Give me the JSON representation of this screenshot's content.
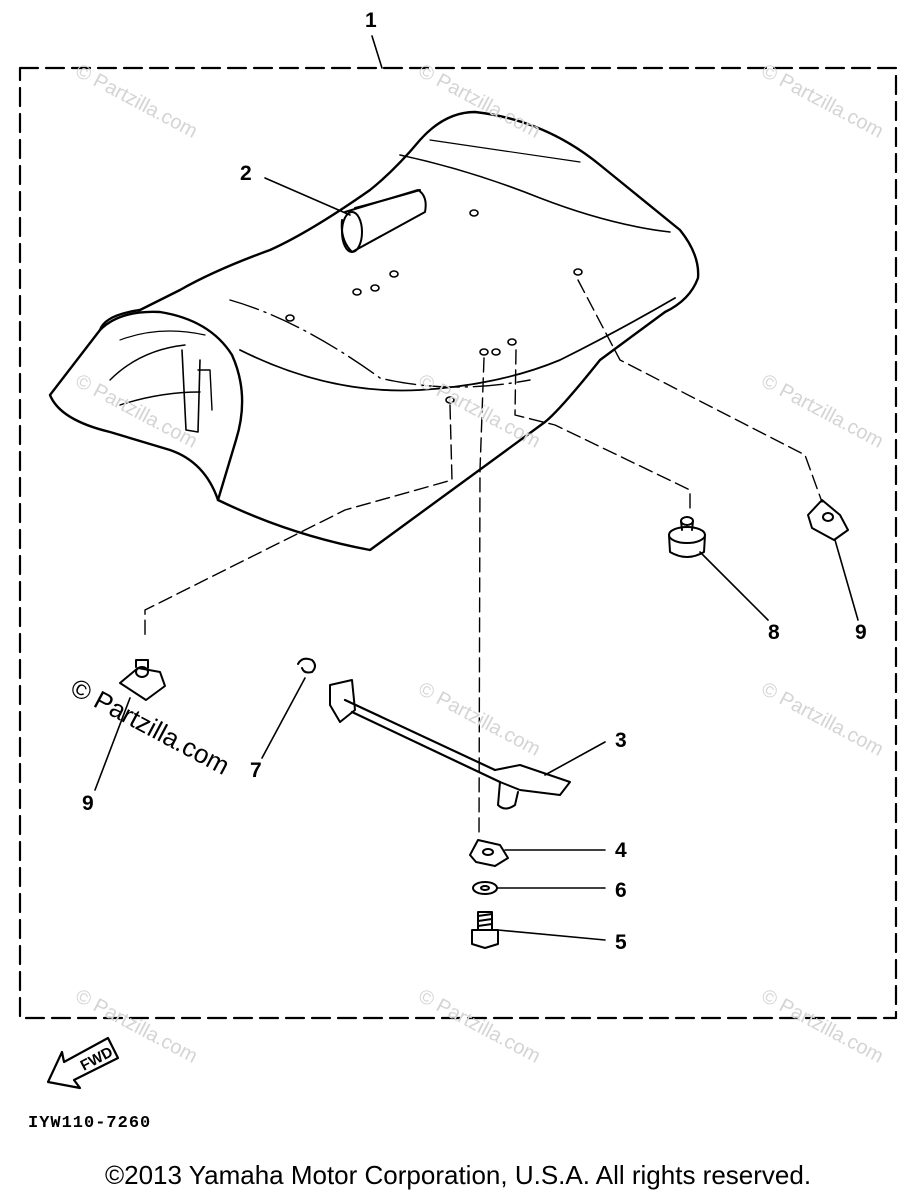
{
  "diagram": {
    "callouts": [
      "1",
      "2",
      "3",
      "4",
      "5",
      "6",
      "7",
      "8",
      "9",
      "9"
    ],
    "fwd_arrow_label": "FWD",
    "watermark": "© Partzilla.com",
    "watermark_foreground": "© Partzilla.com",
    "part_code": "IYW110-7260",
    "copyright": "©2013 Yamaha Motor Corporation, U.S.A. All rights reserved."
  }
}
